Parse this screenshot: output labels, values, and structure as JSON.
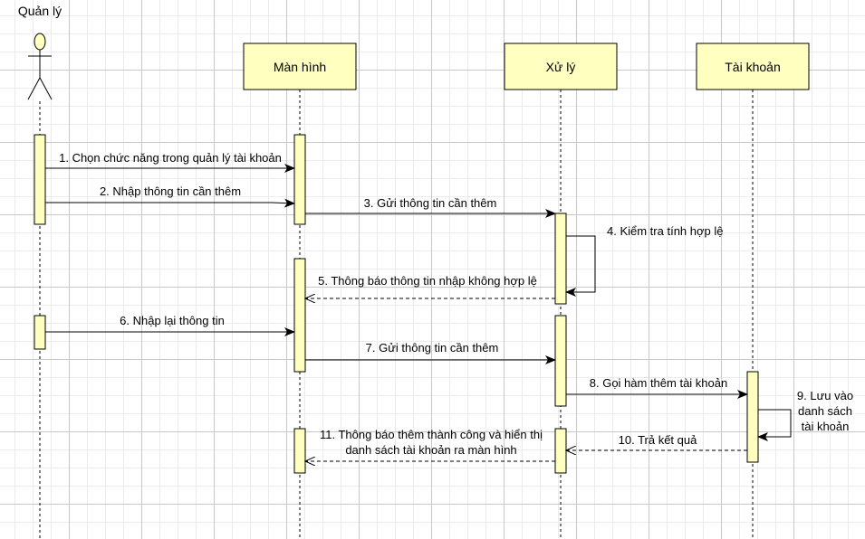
{
  "actor": {
    "label": "Quản lý"
  },
  "lifelines": {
    "screen": "Màn hình",
    "processing": "Xử lý",
    "account": "Tài khoản"
  },
  "messages": {
    "m1": "1. Chọn chức năng trong quản lý tài khoản",
    "m2": "2. Nhập thông tin cần thêm",
    "m3": "3. Gửi thông tin cần thêm",
    "m4": "4. Kiểm tra tính hợp lệ",
    "m5": "5. Thông báo thông tin nhập không hợp lệ",
    "m6": "6. Nhập lại thông tin",
    "m7": "7. Gửi thông tin cần thêm",
    "m8": "8. Gọi hàm thêm tài khoản",
    "m9": [
      "9. Lưu vào",
      "danh sách",
      "tài khoản"
    ],
    "m10": "10. Trả kết quả",
    "m11": [
      "11. Thông báo thêm thành công và hiển thị",
      "danh sách tài khoản ra màn hình"
    ]
  },
  "colors": {
    "box_fill": "#ffffc0",
    "box_stroke": "#000000",
    "line": "#000000"
  }
}
